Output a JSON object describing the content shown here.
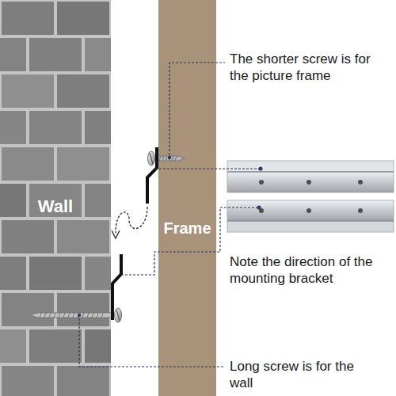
{
  "diagram": {
    "nodes": [
      {
        "text": [
          "Wall"
        ]
      },
      {
        "text": [
          "Frame"
        ]
      }
    ],
    "labels": [
      "The shorter screw is for the picture frame",
      "Note the direction of the mounting bracket",
      "Long screw is for the wall"
    ]
  }
}
